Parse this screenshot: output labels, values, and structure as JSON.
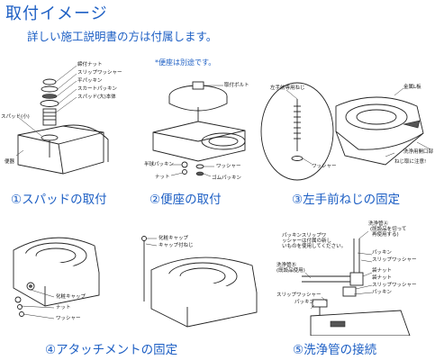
{
  "header": {
    "title": "取付イメージ",
    "subtitle": "詳しい施工説明書の方は付属します。"
  },
  "panels": [
    {
      "caption": "①スパッドの取付",
      "labels": [
        "締付ナット",
        "スリップワッシャー",
        "平パッキン",
        "スカートパッキン",
        "スパッド(大)本体",
        "スパッド(小)",
        "便器"
      ]
    },
    {
      "caption": "②便座の取付",
      "note": "*便座は別途です。",
      "labels": [
        "取付ボルト",
        "半球パッキン",
        "ワッシャー",
        "ナット",
        "ゴムパッキン"
      ]
    },
    {
      "caption": "③左手前ねじの固定",
      "labels": [
        "左手前専用ねじ",
        "金属L板",
        "洗浄用開口部",
        "ワッシャー",
        "ねじ取に注意!"
      ]
    },
    {
      "caption": "④アタッチメントの固定",
      "labels": [
        "化粧キャップ",
        "ナット",
        "ワッシャー"
      ]
    },
    {
      "caption": "⑤洗浄管の接続",
      "labels": [
        "化粧キャップ",
        "キャップ付ねじ",
        "洗浄管Ⓐ",
        "(既設品を切って",
        "再使用する)",
        "パッキンスリップワ",
        "ッシャーは付属の新し",
        "いものを使用してください。",
        "パッキン",
        "スリップワッシャー",
        "洗浄管Ⓑ",
        "(既設品使用)",
        "袋ナット",
        "袋ナット",
        "スリップワッシャー",
        "パッキン",
        "スリップワッシャー",
        "パッキン"
      ]
    }
  ]
}
